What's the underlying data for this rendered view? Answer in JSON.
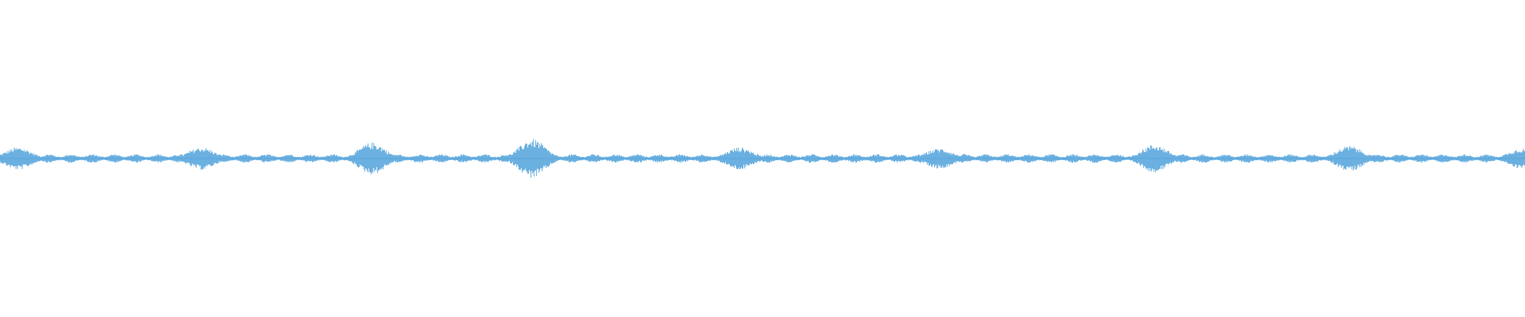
{
  "waveform": {
    "color": "#5aa7dd",
    "background": "#ffffff",
    "bursts": [
      {
        "position": 0.012,
        "amplitude": 0.55
      },
      {
        "position": 0.132,
        "amplitude": 0.55
      },
      {
        "position": 0.244,
        "amplitude": 0.78
      },
      {
        "position": 0.349,
        "amplitude": 0.95
      },
      {
        "position": 0.485,
        "amplitude": 0.55
      },
      {
        "position": 0.616,
        "amplitude": 0.5
      },
      {
        "position": 0.757,
        "amplitude": 0.68
      },
      {
        "position": 0.885,
        "amplitude": 0.62
      },
      {
        "position": 0.998,
        "amplitude": 0.5
      }
    ],
    "baseline_amplitude": 0.18,
    "samples": 1920
  }
}
